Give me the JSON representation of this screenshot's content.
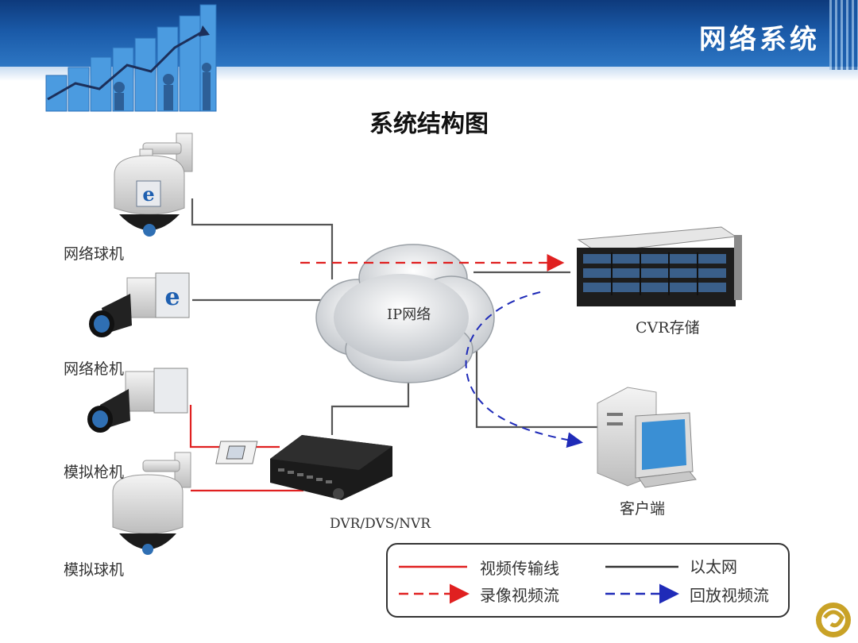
{
  "header": {
    "title": "网络系统"
  },
  "page": {
    "title": "系统结构图"
  },
  "devices": {
    "network_dome": "网络球机",
    "network_bullet": "网络枪机",
    "analog_bullet": "模拟枪机",
    "analog_dome": "模拟球机",
    "recorder": "DVR/DVS/NVR",
    "storage": "CVR存储",
    "client": "客户端",
    "network": "IP网络"
  },
  "legend": {
    "video_line": "视频传输线",
    "ethernet": "以太网",
    "record_stream": "录像视频流",
    "playback_stream": "回放视频流"
  },
  "colors": {
    "video_line": "#e02020",
    "ethernet": "#555555",
    "playback": "#1f2bb8",
    "header": "#1a5aa8"
  }
}
